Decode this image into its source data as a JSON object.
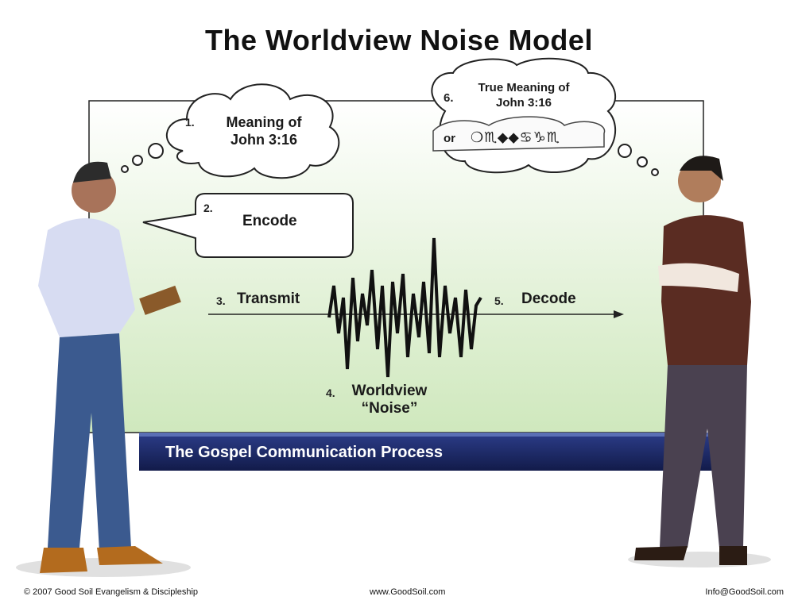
{
  "title": "The Worldview Noise Model",
  "steps": {
    "s1": {
      "num": "1.",
      "label_line1": "Meaning of",
      "label_line2": "John 3:16"
    },
    "s2": {
      "num": "2.",
      "label": "Encode"
    },
    "s3": {
      "num": "3.",
      "label": "Transmit"
    },
    "s4": {
      "num": "4.",
      "label_line1": "Worldview",
      "label_line2": "“Noise”"
    },
    "s5": {
      "num": "5.",
      "label": "Decode"
    },
    "s6": {
      "num": "6.",
      "label_line1": "True Meaning of",
      "label_line2": "John 3:16",
      "or": "or",
      "garbled": "❍♏⬥⬥♋♑♏"
    }
  },
  "banner": "The Gospel Communication Process",
  "footer": {
    "copyright": "© 2007 Good Soil Evangelism & Discipleship",
    "website": "www.GoodSoil.com",
    "email": "Info@GoodSoil.com"
  },
  "colors": {
    "banner": "#1c2a6b",
    "panel_top": "#ffffff",
    "panel_bottom": "#d8ecc8"
  }
}
